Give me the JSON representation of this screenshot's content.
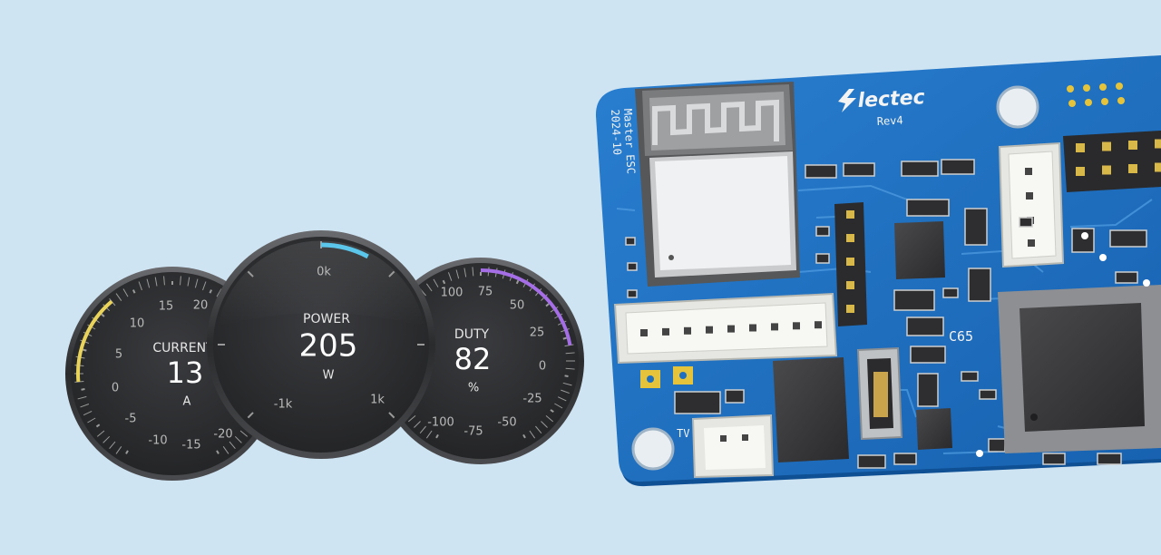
{
  "gauges": {
    "current": {
      "name": "CURRENT",
      "value": "13",
      "unit": "A",
      "ticks": [
        "20",
        "15",
        "10",
        "5",
        "0",
        "-5",
        "-10",
        "-15",
        "-20"
      ],
      "accent": "#e9d35a"
    },
    "power": {
      "name": "POWER",
      "value": "205",
      "unit": "W",
      "ticks": [
        "-1k",
        "0k",
        "1k"
      ],
      "accent": "#5bc6ea"
    },
    "duty": {
      "name": "DUTY",
      "value": "82",
      "unit": "%",
      "ticks": [
        "100",
        "75",
        "50",
        "25",
        "0",
        "-25",
        "-50",
        "-75",
        "-100"
      ],
      "accent": "#a56ee6"
    }
  },
  "board": {
    "logo_text": "lectec",
    "revision": "Rev4",
    "silk_line1": "Master ESC",
    "silk_line2": "2024-10",
    "ref_label": "C65",
    "small_label": "TV"
  },
  "colors": {
    "background": "#cfe4f3",
    "pcb": "#1e6fc2",
    "gauge_face": "#2e2f31"
  }
}
